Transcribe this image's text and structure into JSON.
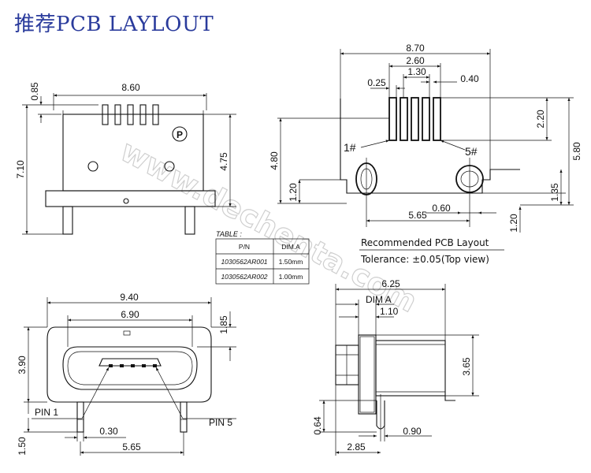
{
  "title": "推荐PCB LAYLOUT",
  "watermark": "www.dechenta.com",
  "top_view": {
    "dim_width": "8.60",
    "dim_pin_height": "0.85",
    "dim_total_height": "7.10",
    "dim_body_height": "4.75",
    "logo_letter": "P"
  },
  "table": {
    "caption": "TABLE :",
    "headers": [
      "P/N",
      "DIM.A"
    ],
    "rows": [
      [
        "1030562AR001",
        "1.50mm"
      ],
      [
        "1030562AR002",
        "1.00mm"
      ]
    ]
  },
  "pcb_layout": {
    "dim_overall_width": "8.70",
    "dim_pad_span": "2.60",
    "dim_pitch": "1.30",
    "dim_pad_width": "0.25",
    "dim_pad_gap": "0.40",
    "dim_pad_length": "2.20",
    "dim_height_left": "4.80",
    "dim_height_right": "5.80",
    "dim_slot_offset_left": "1.20",
    "dim_slot_offset_right": "1.35",
    "dim_slot_bottom": "1.20",
    "dim_slot_width": "0.60",
    "dim_slot_spacing": "5.65",
    "pin_first": "1#",
    "pin_last": "5#",
    "recommended": "Recommended PCB Layout",
    "tolerance": "Tolerance: ±0.05(Top view)"
  },
  "front_view": {
    "dim_outer_width": "9.40",
    "dim_opening_width": "6.90",
    "dim_top": "1.85",
    "dim_height": "3.90",
    "dim_bottom": "1.50",
    "dim_leg_width": "0.30",
    "dim_leg_spacing": "5.65",
    "pin_1": "PIN 1",
    "pin_5": "PIN 5"
  },
  "side_view": {
    "dim_total": "6.25",
    "dim_a": "DIM A",
    "dim_flange": "1.10",
    "dim_height": "3.65",
    "dim_leg_height": "0.64",
    "dim_leg_width": "0.90",
    "dim_leg_offset": "2.85"
  }
}
